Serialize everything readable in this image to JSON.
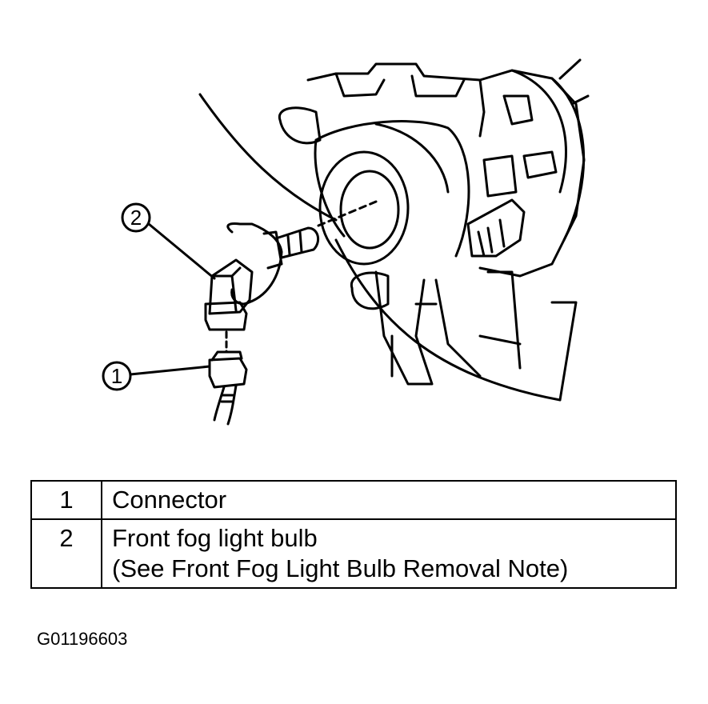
{
  "callouts": [
    {
      "number": "1"
    },
    {
      "number": "2"
    }
  ],
  "legend": {
    "rows": [
      {
        "number": "1",
        "lines": [
          "Connector"
        ]
      },
      {
        "number": "2",
        "lines": [
          "Front fog light bulb",
          "(See Front Fog Light Bulb Removal Note)"
        ]
      }
    ]
  },
  "figure_id": "G01196603"
}
